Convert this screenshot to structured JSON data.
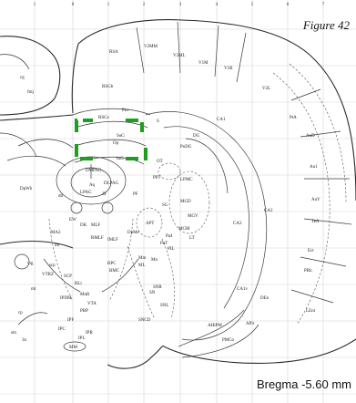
{
  "figure_label": "Figure 42",
  "bregma_label": "Bregma -5.60 mm",
  "top_ticks": [
    "1",
    "0",
    "1",
    "2",
    "3",
    "4",
    "5",
    "6",
    "7"
  ],
  "highlight_color": "#1e9e1e",
  "regions": [
    "cg",
    "fmj",
    "RSA",
    "V2MM",
    "V2ML",
    "V1M",
    "V1B",
    "V2L",
    "RSGb",
    "Ptrr",
    "RSGc",
    "SuG",
    "Op",
    "InG",
    "S",
    "CA1",
    "PtA",
    "AuD",
    "Au1",
    "AuV",
    "TeA",
    "Ect",
    "PRh",
    "LEnt",
    "PoDG",
    "DG",
    "OT",
    "PPT",
    "LPMC",
    "MGD",
    "MGV",
    "MGM",
    "CA3",
    "CA2",
    "DMPAG",
    "DLPAG",
    "LPAG",
    "DpWh",
    "Aq",
    "dtl",
    "EW",
    "MA3",
    "DK",
    "MLF",
    "RMLF",
    "Pa4",
    "APT",
    "SG",
    "PIL",
    "DpMe",
    "PoT",
    "Mm",
    "ML",
    "BMC",
    "IMLF",
    "RPC",
    "SN",
    "SNR",
    "SNCD",
    "PBP",
    "VTA",
    "IPF",
    "IPL",
    "MM",
    "IPR",
    "IPC",
    "3n",
    "sm",
    "ml",
    "VTRZ",
    "vtg",
    "mt",
    "scp",
    "PMCo",
    "APir",
    "AHiPM",
    "DEn",
    "CA1v",
    "ZI",
    "PF",
    "IPDM",
    "RLi",
    "LT",
    "SCP",
    "Mn",
    "MnR",
    "cp",
    "SNL"
  ]
}
